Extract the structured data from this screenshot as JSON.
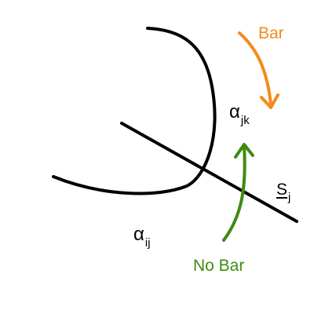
{
  "colors": {
    "ink": "#000000",
    "bar": "#f28c1c",
    "no_bar": "#3f8a10",
    "background": "#ffffff"
  },
  "labels": {
    "alpha_jk": {
      "symbol": "α",
      "subscript": "jk"
    },
    "alpha_ij": {
      "symbol": "α",
      "subscript": "ij"
    },
    "s_j": {
      "symbol": "S",
      "subscript": "j"
    },
    "bar": "Bar",
    "no_bar": "No Bar"
  }
}
